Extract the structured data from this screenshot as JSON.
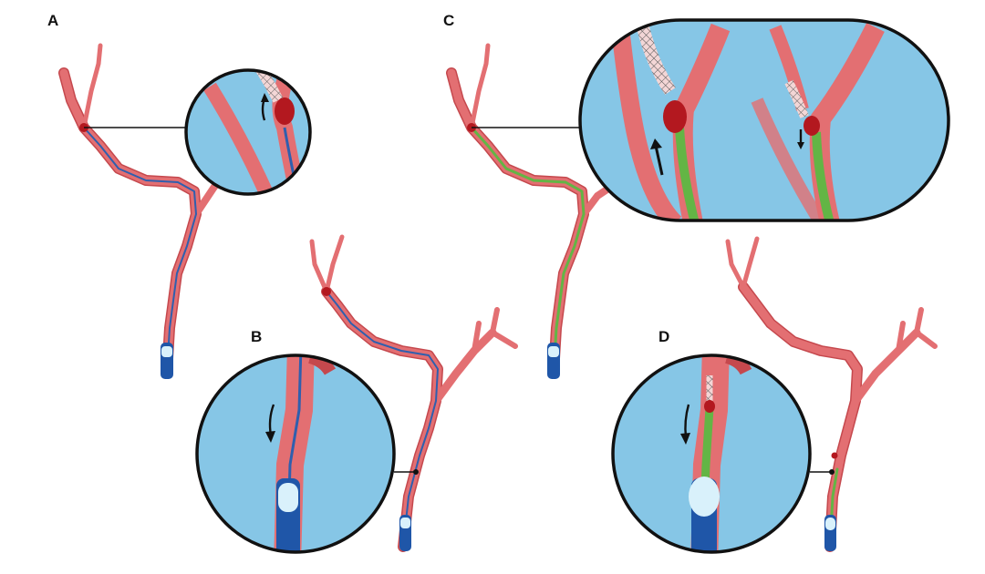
{
  "figure": {
    "panels": [
      {
        "id": "A",
        "label": "A"
      },
      {
        "id": "B",
        "label": "B"
      },
      {
        "id": "C",
        "label": "C"
      },
      {
        "id": "D",
        "label": "D"
      }
    ]
  },
  "colors": {
    "background": "#ffffff",
    "vessel": "#e36f72",
    "vessel_dark": "#c5484d",
    "vessel_highlight": "#f29a9a",
    "lumen_bg": "#86c6e6",
    "inset_border": "#111111",
    "clot": "#b3181f",
    "guide_wire": "#2f5fae",
    "catheter_green": "#63b545",
    "catheter_blue": "#1f56a8",
    "balloon": "#d9f1fb",
    "leader_line": "#111111"
  },
  "icons": [
    "stent-retriever-mesh",
    "thrombus-clot",
    "balloon-guide-catheter",
    "direction-arrow"
  ]
}
